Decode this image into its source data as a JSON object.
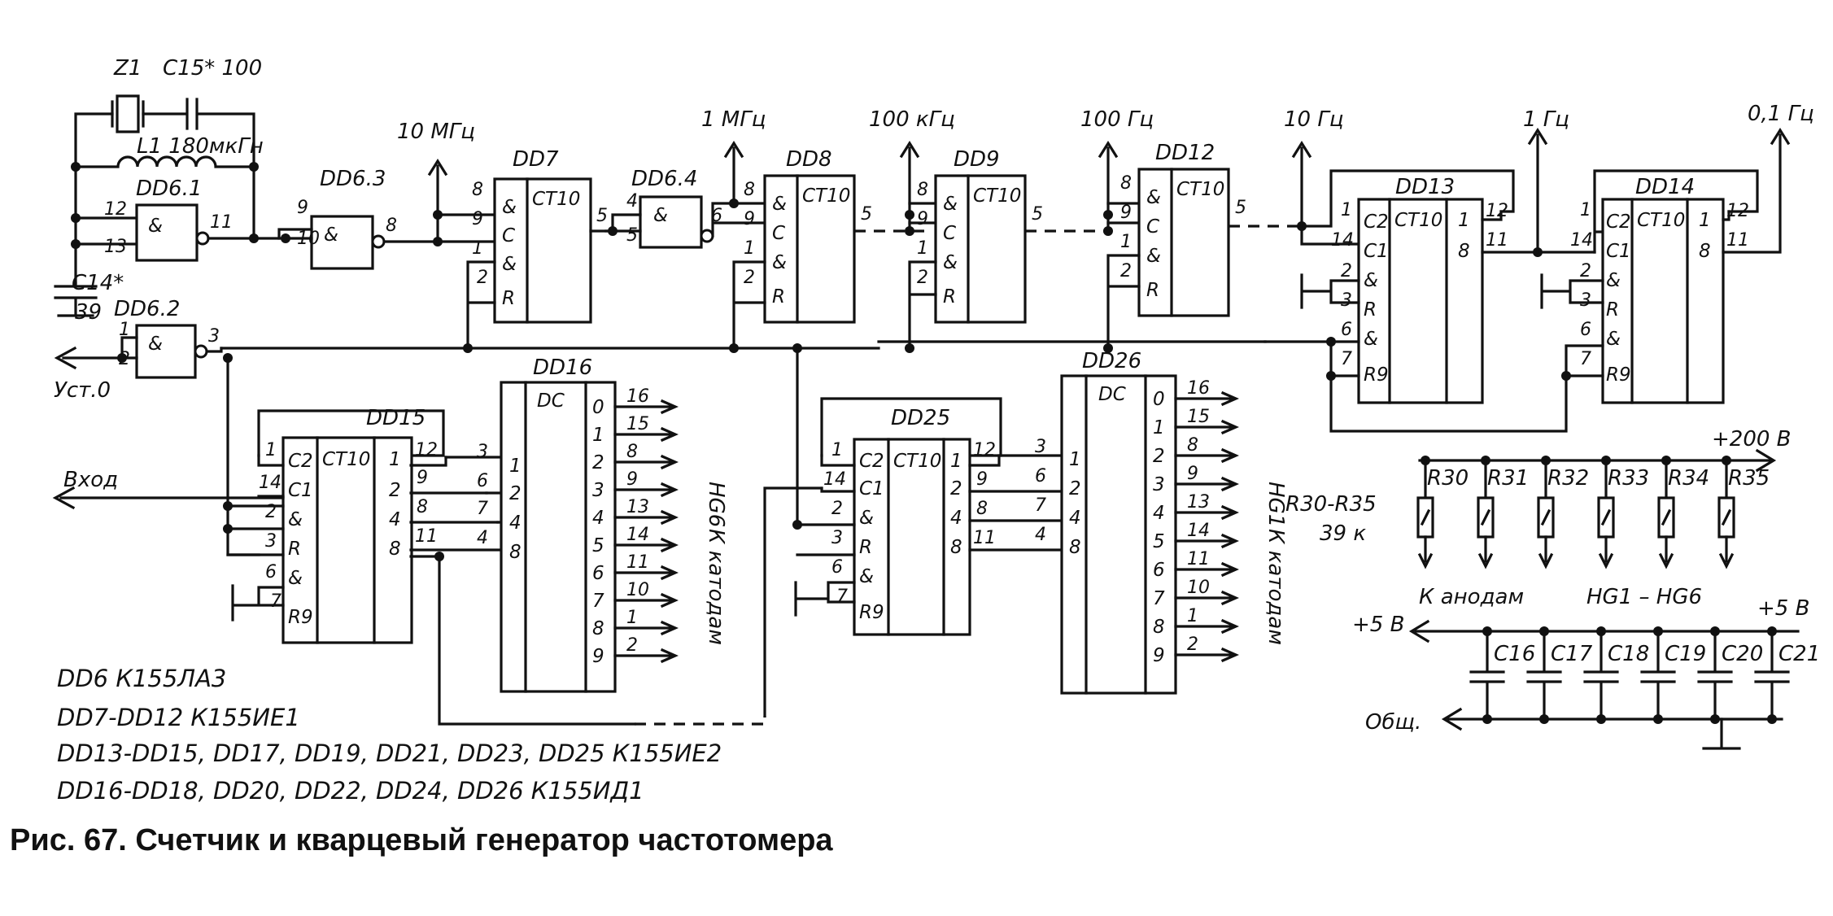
{
  "caption": "Рис. 67. Счетчик и кварцевый генератор частотомера",
  "oscillator": {
    "crystal": "Z1",
    "cap_c15": "C15* 100",
    "inductor": "L1 180мкГн",
    "cap_c14": "C14*",
    "cap_c14_value": "39"
  },
  "frequencies": [
    "10 МГц",
    "1 МГц",
    "100 кГц",
    "100 Гц",
    "10 Гц",
    "1 Гц",
    "0,1 Гц"
  ],
  "gates": {
    "dd61": {
      "name": "DD6.1",
      "in": [
        "12",
        "13"
      ],
      "out": "11",
      "sym": "&"
    },
    "dd63": {
      "name": "DD6.3",
      "in": [
        "9",
        "10"
      ],
      "out": "8",
      "sym": "&"
    },
    "dd64": {
      "name": "DD6.4",
      "in": [
        "4",
        "5"
      ],
      "out": "6",
      "sym": "&"
    },
    "dd62": {
      "name": "DD6.2",
      "in": [
        "1",
        "2"
      ],
      "out": "3",
      "sym": "&"
    }
  },
  "dividers": [
    {
      "name": "DD7",
      "func": "CT10",
      "pins": [
        "8",
        "9",
        "1",
        "2"
      ],
      "inputs": [
        "&",
        "C",
        "&",
        "R"
      ],
      "out": "5"
    },
    {
      "name": "DD8",
      "func": "CT10",
      "pins": [
        "8",
        "9",
        "1",
        "2"
      ],
      "inputs": [
        "&",
        "C",
        "&",
        "R"
      ],
      "out": "5"
    },
    {
      "name": "DD9",
      "func": "CT10",
      "pins": [
        "8",
        "9",
        "1",
        "2"
      ],
      "inputs": [
        "&",
        "C",
        "&",
        "R"
      ],
      "out": "5"
    },
    {
      "name": "DD12",
      "func": "CT10",
      "pins": [
        "8",
        "9",
        "1",
        "2"
      ],
      "inputs": [
        "&",
        "C",
        "&",
        "R"
      ],
      "out": "5"
    }
  ],
  "decade_counters": [
    {
      "name": "DD13",
      "func": "CT10",
      "left_pins": [
        "1",
        "14",
        "2",
        "3",
        "6",
        "7"
      ],
      "left_inputs": [
        "C2",
        "C1",
        "&",
        "R",
        "&",
        "R9"
      ],
      "right_pins": [
        "12",
        "11"
      ],
      "right_outputs": [
        "1",
        "8"
      ]
    },
    {
      "name": "DD14",
      "func": "CT10",
      "left_pins": [
        "1",
        "14",
        "2",
        "3",
        "6",
        "7"
      ],
      "left_inputs": [
        "C2",
        "C1",
        "&",
        "R",
        "&",
        "R9"
      ],
      "right_pins": [
        "12",
        "11"
      ],
      "right_outputs": [
        "1",
        "8"
      ]
    },
    {
      "name": "DD15",
      "func": "CT10",
      "left_pins": [
        "1",
        "14",
        "2",
        "3",
        "6",
        "7"
      ],
      "left_inputs": [
        "C2",
        "C1",
        "&",
        "R",
        "&",
        "R9"
      ],
      "right_pins": [
        "12",
        "9",
        "8",
        "11"
      ],
      "right_outputs": [
        "1",
        "2",
        "4",
        "8"
      ]
    },
    {
      "name": "DD25",
      "func": "CT10",
      "left_pins": [
        "1",
        "14",
        "2",
        "3",
        "6",
        "7"
      ],
      "left_inputs": [
        "C2",
        "C1",
        "&",
        "R",
        "&",
        "R9"
      ],
      "right_pins": [
        "12",
        "9",
        "8",
        "11"
      ],
      "right_outputs": [
        "1",
        "2",
        "4",
        "8"
      ]
    }
  ],
  "decoders": [
    {
      "name": "DD16",
      "func": "DC",
      "in_pins": [
        "3",
        "6",
        "7",
        "4"
      ],
      "inputs": [
        "1",
        "2",
        "4",
        "8"
      ],
      "outputs": [
        "0",
        "1",
        "2",
        "3",
        "4",
        "5",
        "6",
        "7",
        "8",
        "9"
      ],
      "out_pins": [
        "16",
        "15",
        "8",
        "9",
        "13",
        "14",
        "11",
        "10",
        "1",
        "2"
      ],
      "display": "HG6"
    },
    {
      "name": "DD26",
      "func": "DC",
      "in_pins": [
        "3",
        "6",
        "7",
        "4"
      ],
      "inputs": [
        "1",
        "2",
        "4",
        "8"
      ],
      "outputs": [
        "0",
        "1",
        "2",
        "3",
        "4",
        "5",
        "6",
        "7",
        "8",
        "9"
      ],
      "out_pins": [
        "16",
        "15",
        "8",
        "9",
        "13",
        "14",
        "11",
        "10",
        "1",
        "2"
      ],
      "display": "HG1"
    }
  ],
  "labels": {
    "set_zero": "Уст.0",
    "input": "Вход",
    "to_cathodes": "К катодам",
    "to_anodes": "К анодам",
    "displays_range": "HG1 – HG6",
    "supply_200": "+200 В",
    "supply_5_left": "+5 В",
    "supply_5_right": "+5 В",
    "common": "Общ."
  },
  "resistors": {
    "names": [
      "R30",
      "R31",
      "R32",
      "R33",
      "R34",
      "R35"
    ],
    "group": "R30-R35",
    "value": "39 к"
  },
  "capacitors": [
    "C16",
    "C17",
    "C18",
    "C19",
    "C20",
    "C21"
  ],
  "notes": [
    "DD6  К155ЛА3",
    "DD7-DD12  К155ИЕ1",
    "DD13-DD15, DD17, DD19, DD21, DD23, DD25   К155ИЕ2",
    "DD16-DD18, DD20, DD22, DD24, DD26   К155ИД1"
  ]
}
